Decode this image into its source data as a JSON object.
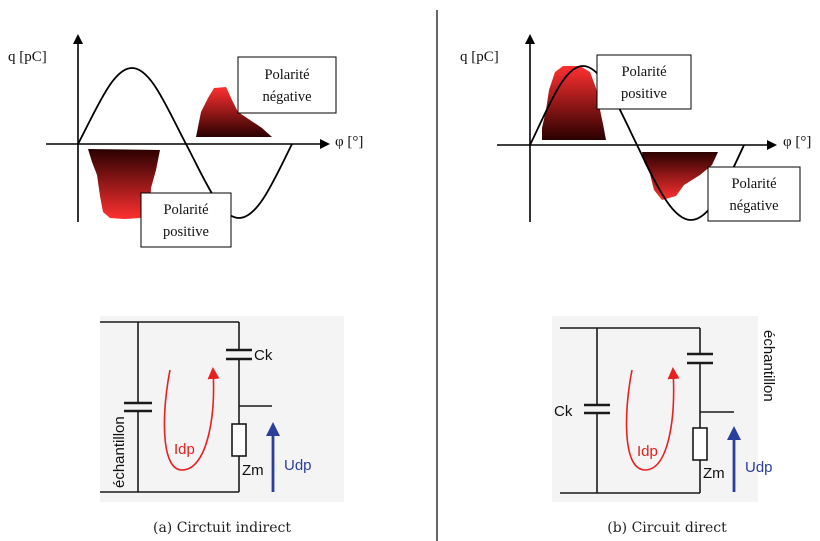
{
  "left_panel": {
    "plot": {
      "y_axis_label": "q [pC]",
      "x_axis_label": "φ [°]",
      "box_top": [
        "Polarité",
        "négative"
      ],
      "box_bottom": [
        "Polarité",
        "positive"
      ]
    },
    "circuit": {
      "sample_label": "échantillon",
      "capacitor_label": "Ck",
      "impedance_label": "Zm",
      "current_label": "Idp",
      "voltage_label": "Udp"
    },
    "caption": "(a) Circtuit indirect"
  },
  "right_panel": {
    "plot": {
      "y_axis_label": "q [pC]",
      "x_axis_label": "φ [°]",
      "box_top": [
        "Polarité",
        "positive"
      ],
      "box_bottom": [
        "Polarité",
        "négative"
      ]
    },
    "circuit": {
      "sample_label": "échantillon",
      "capacitor_label": "Ck",
      "impedance_label": "Zm",
      "current_label": "Idp",
      "voltage_label": "Udp"
    },
    "caption": "(b) Circuit direct"
  },
  "colors": {
    "pd_dark": "#2a0000",
    "pd_light": "#ff3030",
    "current_arrow": "#e82020",
    "voltage_arrow": "#2a3e9c"
  }
}
